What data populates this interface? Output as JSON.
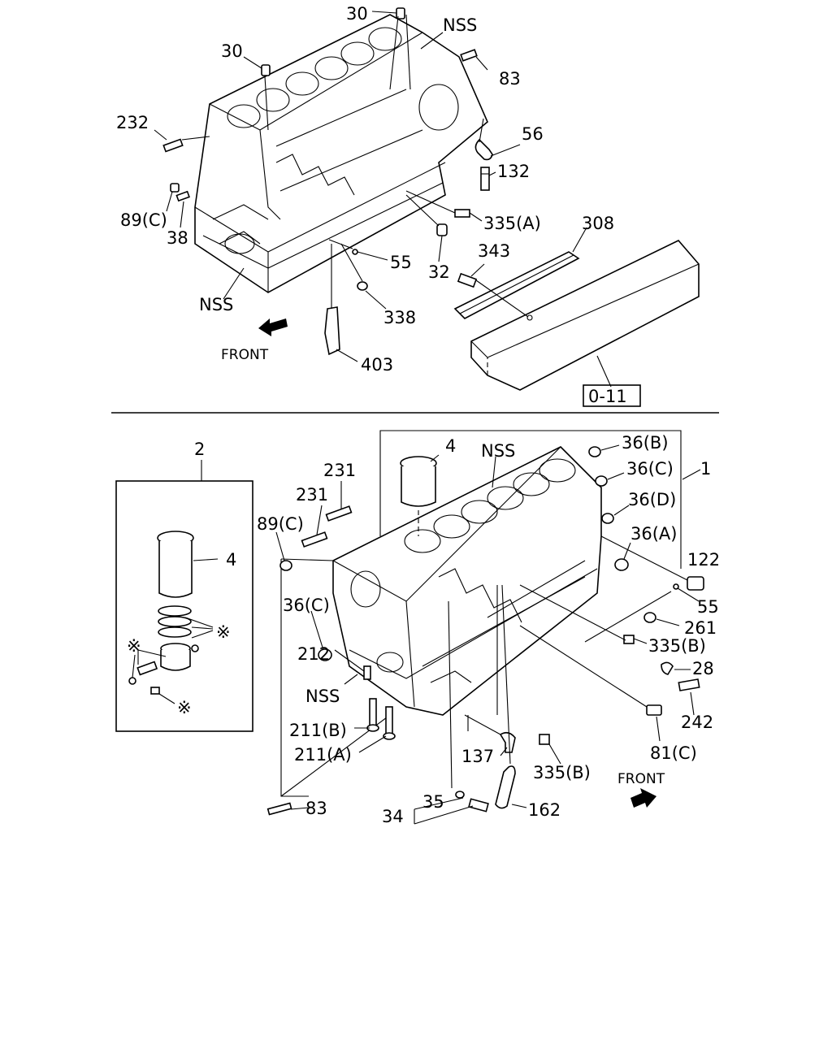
{
  "upper": {
    "labels": {
      "p30a": "30",
      "p30b": "30",
      "pNSSa": "NSS",
      "p83": "83",
      "p232": "232",
      "p56": "56",
      "p132": "132",
      "p89c": "89(C)",
      "p38": "38",
      "p335a": "335(A)",
      "p308": "308",
      "p343": "343",
      "p55": "55",
      "p32": "32",
      "pNSSb": "NSS",
      "p338": "338",
      "front": "FRONT",
      "p403": "403",
      "ref": "0-11"
    }
  },
  "lower": {
    "labels": {
      "p2": "2",
      "p4a": "4",
      "p4b": "4",
      "star1": "※",
      "star2": "※",
      "star3": "※",
      "p231a": "231",
      "p231b": "231",
      "p89c": "89(C)",
      "pNSS1": "NSS",
      "p36b": "36(B)",
      "p36c": "36(C)",
      "p36d": "36(D)",
      "p1": "1",
      "p36a": "36(A)",
      "p122": "122",
      "p55": "55",
      "p36c2": "36(C)",
      "p261": "261",
      "p212": "212",
      "p335b1": "335(B)",
      "p28": "28",
      "pNSS2": "NSS",
      "p242": "242",
      "p211b": "211(B)",
      "p211a": "211(A)",
      "p81c": "81(C)",
      "p137": "137",
      "p335b2": "335(B)",
      "front": "FRONT",
      "p83": "83",
      "p35": "35",
      "p34": "34",
      "p162": "162"
    }
  }
}
